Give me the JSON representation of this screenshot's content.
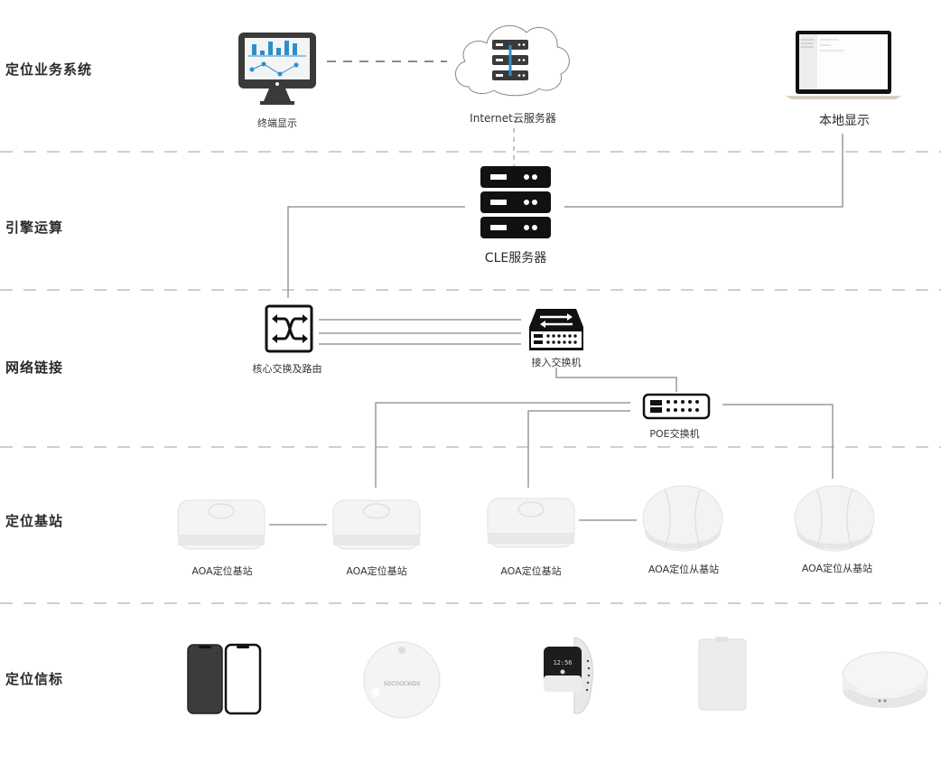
{
  "layers": [
    {
      "label": "定位业务系统"
    },
    {
      "label": "引擎运算"
    },
    {
      "label": "网络链接"
    },
    {
      "label": "定位基站"
    },
    {
      "label": "定位信标"
    }
  ],
  "business": {
    "terminal_display": "终端显示",
    "cloud_server": "Internet云服务器",
    "local_display": "本地显示"
  },
  "engine": {
    "cle_server": "CLE服务器"
  },
  "network": {
    "core_switch": "核心交换及路由",
    "access_switch": "接入交换机",
    "poe_switch": "POE交换机"
  },
  "stations": [
    {
      "label": "AOA定位基站",
      "type": "square"
    },
    {
      "label": "AOA定位基站",
      "type": "square"
    },
    {
      "label": "AOA定位基站",
      "type": "square"
    },
    {
      "label": "AOA定位从基站",
      "type": "round"
    },
    {
      "label": "AOA定位从基站",
      "type": "round"
    }
  ],
  "beacons": [
    {
      "type": "phones"
    },
    {
      "type": "round-tag",
      "brand_text": "SOCOOCKIDS"
    },
    {
      "type": "wristband",
      "screen_text": "12:56"
    },
    {
      "type": "card-tag"
    },
    {
      "type": "puck-tag"
    }
  ],
  "colors": {
    "accent_blue": "#2e8fc8",
    "icon_dark": "#3a3a3a",
    "line_gray": "#9a9a9a",
    "divider_gray": "#cfcfcf"
  }
}
